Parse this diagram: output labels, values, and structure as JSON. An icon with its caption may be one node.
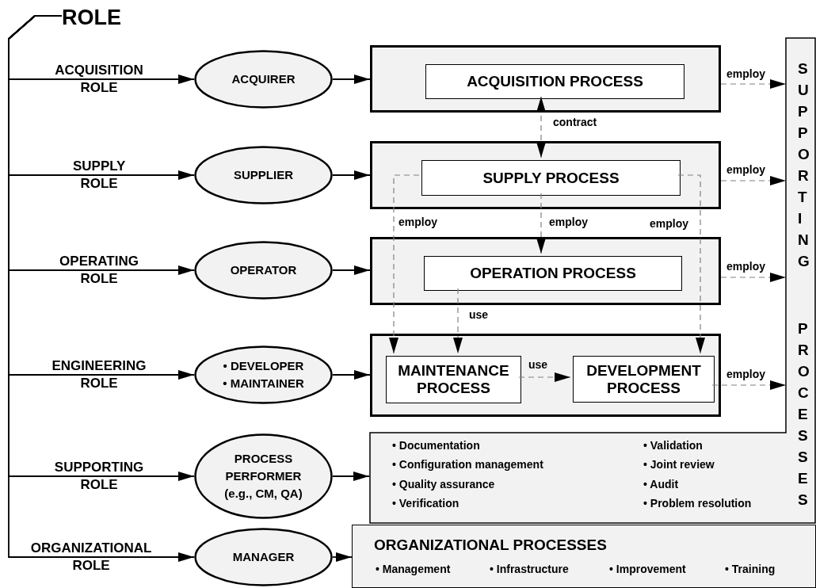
{
  "diagram": {
    "nodes": [
      {
        "text": [
          "ROLE"
        ]
      },
      {
        "text": [
          "ACQUIRER"
        ]
      },
      {
        "text": [
          "SUPPLIER"
        ]
      },
      {
        "text": [
          "OPERATOR"
        ]
      },
      {
        "text": [
          "• DEVELOPER",
          "• MAINTAINER"
        ]
      },
      {
        "text": [
          "PROCESS PERFORMER (e.g., CM, QA)"
        ]
      },
      {
        "text": [
          "MANAGER"
        ]
      },
      {
        "text": [],
        "shape": "box"
      },
      {
        "text": [
          "ACQUISITION PROCESS"
        ],
        "in": 7
      },
      {
        "text": [],
        "shape": "box"
      },
      {
        "text": [
          "SUPPLY PROCESS"
        ],
        "in": 9
      },
      {
        "text": [],
        "shape": "box"
      },
      {
        "text": [
          "OPERATION PROCESS"
        ],
        "in": 11
      },
      {
        "text": [],
        "shape": "box"
      },
      {
        "text": [
          "MAINTENANCE PROCESS"
        ],
        "in": 13
      },
      {
        "text": [
          "DEVELOPMENT PROCESS"
        ],
        "in": 13
      },
      {
        "text": [
          "SUPPORTING PROCESSES",
          "• Documentation",
          "• Configuration management",
          "• Quality assurance",
          "• Verification",
          "• Validation",
          "• Joint review",
          "• Audit",
          "• Problem resolution"
        ]
      },
      {
        "text": [
          "ORGANIZATIONAL PROCESSES",
          "• Management",
          "• Infrastructure",
          "• Improvement",
          "• Training"
        ]
      }
    ],
    "edges": [
      {
        "from": 0,
        "to": 1,
        "arrow": "to",
        "label": "ACQUISITION ROLE"
      },
      {
        "from": 0,
        "to": 2,
        "arrow": "to",
        "label": "SUPPLY ROLE"
      },
      {
        "from": 0,
        "to": 3,
        "arrow": "to",
        "label": "OPERATING ROLE"
      },
      {
        "from": 0,
        "to": 4,
        "arrow": "to",
        "label": "ENGINEERING ROLE"
      },
      {
        "from": 0,
        "to": 5,
        "arrow": "to",
        "label": "SUPPORTING ROLE"
      },
      {
        "from": 0,
        "to": 6,
        "arrow": "to",
        "label": "ORGANIZATIONAL ROLE"
      },
      {
        "from": 1,
        "to": 7,
        "arrow": "to"
      },
      {
        "from": 2,
        "to": 9,
        "arrow": "to"
      },
      {
        "from": 3,
        "to": 11,
        "arrow": "to"
      },
      {
        "from": 4,
        "to": 13,
        "arrow": "to"
      },
      {
        "from": 5,
        "to": 16,
        "arrow": "to"
      },
      {
        "from": 6,
        "to": 17,
        "arrow": "to"
      },
      {
        "from": 8,
        "to": 10,
        "arrow": "both",
        "label": "contract",
        "style": "dashed",
        "color": "#808080"
      },
      {
        "from": 7,
        "to": 16,
        "arrow": "to",
        "label": "employ",
        "style": "dashed",
        "color": "#808080"
      },
      {
        "from": 9,
        "to": 16,
        "arrow": "to",
        "label": "employ",
        "style": "dashed",
        "color": "#808080"
      },
      {
        "from": 11,
        "to": 16,
        "arrow": "to",
        "label": "employ",
        "style": "dashed",
        "color": "#808080"
      },
      {
        "from": 15,
        "to": 16,
        "arrow": "to",
        "label": "employ",
        "style": "dashed",
        "color": "#808080"
      },
      {
        "from": 10,
        "to": 14,
        "arrow": "to",
        "label": "employ",
        "style": "dashed",
        "color": "#808080"
      },
      {
        "from": 10,
        "to": 12,
        "arrow": "to",
        "label": "employ",
        "style": "dashed",
        "color": "#808080"
      },
      {
        "from": 10,
        "to": 15,
        "arrow": "to",
        "label": "employ",
        "style": "dashed",
        "color": "#808080"
      },
      {
        "from": 12,
        "to": 14,
        "arrow": "to",
        "label": "use",
        "style": "dashed",
        "color": "#808080"
      },
      {
        "from": 14,
        "to": 15,
        "arrow": "to",
        "label": "use",
        "style": "dashed",
        "color": "#808080"
      }
    ]
  }
}
